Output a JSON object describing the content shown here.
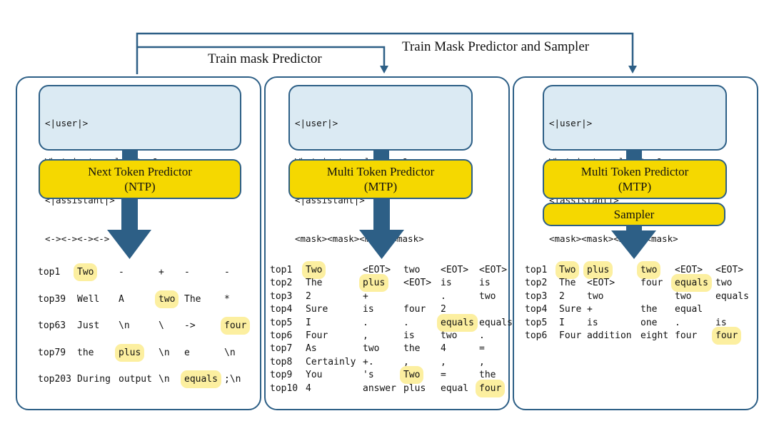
{
  "top_labels": {
    "train_mask_predictor": "Train mask Predictor",
    "train_mask_predictor_and_sampler": "Train Mask Predictor and Sampler"
  },
  "panels": [
    {
      "prompt_lines": [
        "<|user|>",
        "What is two plus two?",
        "<|assistant|>",
        "<-><-><-><->"
      ],
      "model": {
        "line1": "Next Token Predictor",
        "line2": "(NTP)"
      },
      "sampler_label": "",
      "rows": [
        {
          "cells": [
            "top1",
            "Two",
            "-",
            "+",
            "-",
            "-"
          ],
          "highlight": [
            1
          ]
        },
        {
          "cells": [
            "top39",
            "Well",
            "A",
            "two",
            "The",
            "*"
          ],
          "highlight": [
            3
          ]
        },
        {
          "cells": [
            "top63",
            "Just",
            "\\n",
            "\\",
            "->",
            "four"
          ],
          "highlight": [
            5
          ]
        },
        {
          "cells": [
            "top79",
            "the",
            "plus",
            "\\n",
            "e",
            "\\n"
          ],
          "highlight": [
            2
          ]
        },
        {
          "cells": [
            "top203",
            "During",
            "output",
            "\\n",
            "equals",
            ";\\n"
          ],
          "highlight": [
            4
          ]
        }
      ]
    },
    {
      "prompt_lines": [
        "<|user|>",
        "What is two plus two?",
        "<|assistant|>",
        "<mask><mask><mask><mask>"
      ],
      "model": {
        "line1": "Multi Token Predictor",
        "line2": "(MTP)"
      },
      "sampler_label": "",
      "rows": [
        {
          "cells": [
            "top1",
            "Two",
            "<EOT>",
            "two",
            "<EOT>",
            "<EOT>"
          ],
          "highlight": [
            1
          ]
        },
        {
          "cells": [
            "top2",
            "The",
            "plus",
            "<EOT>",
            "is",
            "is"
          ],
          "highlight": [
            2
          ]
        },
        {
          "cells": [
            "top3",
            "2",
            "+",
            "",
            ".",
            "two"
          ],
          "highlight": []
        },
        {
          "cells": [
            "top4",
            "Sure",
            "is",
            "four",
            "2",
            ""
          ],
          "highlight": []
        },
        {
          "cells": [
            "top5",
            "I",
            ".",
            ".",
            "equals",
            "equals"
          ],
          "highlight": [
            4
          ]
        },
        {
          "cells": [
            "top6",
            "Four",
            ",",
            "is",
            "two",
            "."
          ],
          "highlight": []
        },
        {
          "cells": [
            "top7",
            "As",
            "two",
            "the",
            "4",
            "="
          ],
          "highlight": []
        },
        {
          "cells": [
            "top8",
            "Certainly",
            "+.",
            ",",
            ",",
            ","
          ],
          "highlight": []
        },
        {
          "cells": [
            "top9",
            "You",
            "'s",
            "Two",
            "=",
            "the"
          ],
          "highlight": [
            3
          ]
        },
        {
          "cells": [
            "top10",
            "4",
            "answer",
            "plus",
            "equal",
            "four"
          ],
          "highlight": [
            5
          ]
        }
      ]
    },
    {
      "prompt_lines": [
        "<|user|>",
        "What is two plus two?",
        "<|assistant|>",
        "<mask><mask><mask><mask>"
      ],
      "model": {
        "line1": "Multi Token Predictor",
        "line2": "(MTP)"
      },
      "sampler_label": "Sampler",
      "rows": [
        {
          "cells": [
            "top1",
            "Two",
            "plus",
            "two",
            "<EOT>",
            "<EOT>"
          ],
          "highlight": [
            1,
            2,
            3
          ]
        },
        {
          "cells": [
            "top2",
            "The",
            "<EOT>",
            "four",
            "equals",
            "two"
          ],
          "highlight": [
            4
          ]
        },
        {
          "cells": [
            "top3",
            "2",
            "two",
            "",
            "two",
            "equals"
          ],
          "highlight": []
        },
        {
          "cells": [
            "top4",
            "Sure",
            "+",
            "the",
            "equal",
            ""
          ],
          "highlight": []
        },
        {
          "cells": [
            "top5",
            "I",
            "is",
            "one",
            ".",
            "is"
          ],
          "highlight": []
        },
        {
          "cells": [
            "top6",
            "Four",
            "addition",
            "eight",
            "four",
            "four"
          ],
          "highlight": [
            5
          ]
        }
      ]
    }
  ],
  "colors": {
    "border": "#2d5f86",
    "prompt_fill": "#dbeaf3",
    "model_fill": "#f5d800",
    "highlight": "#fcefa0"
  }
}
